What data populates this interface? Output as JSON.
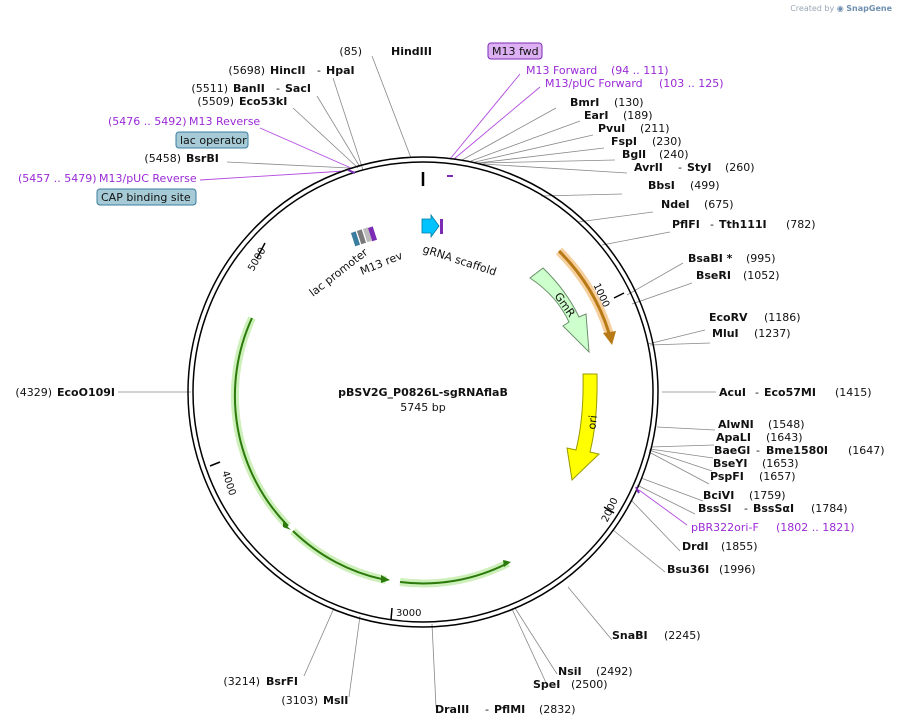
{
  "credit": {
    "prefix": "Created by",
    "brand": "SnapGene"
  },
  "plasmid": {
    "name": "pBSV2G_P0826L-sgRNAflaB",
    "size_label": "5745 bp"
  },
  "ticks": [
    "1000",
    "2000",
    "3000",
    "4000",
    "5000"
  ],
  "features": {
    "gmr": "GmR",
    "ori": "ori",
    "grna": "gRNA scaffold",
    "lac_promoter": "lac promoter",
    "m13rev": "M13 rev"
  },
  "boxes": {
    "m13fwd": "M13 fwd",
    "lac_operator": "lac operator",
    "cap": "CAP binding site"
  },
  "sites": [
    {
      "id": "hindiii",
      "pos": "(85)",
      "name": "HindIII"
    },
    {
      "id": "hincii",
      "pos": "(5698)",
      "name": "HincII",
      "name2": "HpaI"
    },
    {
      "id": "banii",
      "pos": "(5511)",
      "name": "BanII",
      "name2": "SacI"
    },
    {
      "id": "eco53ki",
      "pos": "(5509)",
      "name": "Eco53kI"
    },
    {
      "id": "bsrbi",
      "pos": "(5458)",
      "name": "BsrBI"
    },
    {
      "id": "bmri",
      "pos": "(130)",
      "name": "BmrI"
    },
    {
      "id": "eari",
      "pos": "(189)",
      "name": "EarI"
    },
    {
      "id": "pvui",
      "pos": "(211)",
      "name": "PvuI"
    },
    {
      "id": "fspi",
      "pos": "(230)",
      "name": "FspI"
    },
    {
      "id": "bgli",
      "pos": "(240)",
      "name": "BglI"
    },
    {
      "id": "avrii",
      "pos": "(260)",
      "name": "AvrII",
      "name2": "StyI"
    },
    {
      "id": "bbsi",
      "pos": "(499)",
      "name": "BbsI"
    },
    {
      "id": "ndei",
      "pos": "(675)",
      "name": "NdeI"
    },
    {
      "id": "pflfi",
      "pos": "(782)",
      "name": "PflFI",
      "name2": "Tth111I"
    },
    {
      "id": "bsabi",
      "pos": "(995)",
      "name": "BsaBI *"
    },
    {
      "id": "bseri",
      "pos": "(1052)",
      "name": "BseRI"
    },
    {
      "id": "ecorv",
      "pos": "(1186)",
      "name": "EcoRV"
    },
    {
      "id": "mlui",
      "pos": "(1237)",
      "name": "MluI"
    },
    {
      "id": "acui",
      "pos": "(1415)",
      "name": "AcuI",
      "name2": "Eco57MI"
    },
    {
      "id": "alwni",
      "pos": "(1548)",
      "name": "AlwNI"
    },
    {
      "id": "apali",
      "pos": "(1643)",
      "name": "ApaLI"
    },
    {
      "id": "baegi",
      "pos": "(1647)",
      "name": "BaeGI",
      "name2": "Bme1580I"
    },
    {
      "id": "bseyi",
      "pos": "(1653)",
      "name": "BseYI"
    },
    {
      "id": "pspfi",
      "pos": "(1657)",
      "name": "PspFI"
    },
    {
      "id": "bcivi",
      "pos": "(1759)",
      "name": "BciVI"
    },
    {
      "id": "bsssi",
      "pos": "(1784)",
      "name": "BssSI",
      "name2": "BssSαI"
    },
    {
      "id": "drdi",
      "pos": "(1855)",
      "name": "DrdI"
    },
    {
      "id": "bsu36i",
      "pos": "(1996)",
      "name": "Bsu36I"
    },
    {
      "id": "snabi",
      "pos": "(2245)",
      "name": "SnaBI"
    },
    {
      "id": "nsii",
      "pos": "(2492)",
      "name": "NsiI"
    },
    {
      "id": "spei",
      "pos": "(2500)",
      "name": "SpeI"
    },
    {
      "id": "draiii",
      "pos": "(2832)",
      "name": "DraIII",
      "name2": "PflMI"
    },
    {
      "id": "bsrfi",
      "pos": "(3214)",
      "name": "BsrFI"
    },
    {
      "id": "msli",
      "pos": "(3103)",
      "name": "MslI"
    },
    {
      "id": "ecoo109i",
      "pos": "(4329)",
      "name": "EcoO109I"
    }
  ],
  "primers": [
    {
      "id": "m13f",
      "name": "M13 Forward",
      "range": "(94 .. 111)"
    },
    {
      "id": "m13puf",
      "name": "M13/pUC Forward",
      "range": "(103 .. 125)"
    },
    {
      "id": "m13r",
      "name": "M13 Reverse",
      "range": "(5476 .. 5492)"
    },
    {
      "id": "m13pur",
      "name": "M13/pUC Reverse",
      "range": "(5457 .. 5479)"
    },
    {
      "id": "pbr",
      "name": "pBR322ori-F",
      "range": "(1802 .. 1821)"
    }
  ]
}
